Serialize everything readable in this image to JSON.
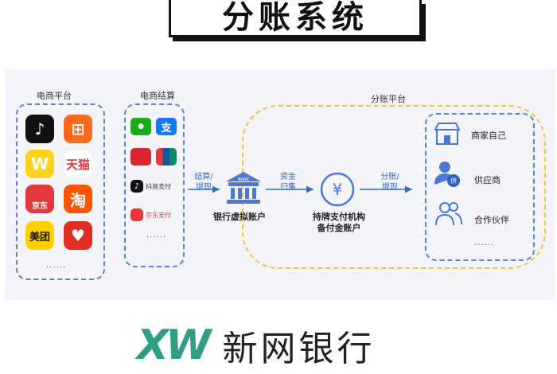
{
  "title": "分账系统",
  "groups": {
    "ecommerce": "电商平台",
    "settlement": "电商结算",
    "split_platform": "分账平台"
  },
  "ecommerce_apps": [
    {
      "name": "tiktok-icon",
      "glyph": "♪",
      "color": "#111111",
      "text": ""
    },
    {
      "name": "kuaishou-icon",
      "glyph": "⊞",
      "color": "#ff6a1a",
      "text": ""
    },
    {
      "name": "meituan-waimai-icon",
      "glyph": "W",
      "color": "#ffd21e",
      "text": ""
    },
    {
      "name": "tmall-icon",
      "glyph": "",
      "color": "#ffffff",
      "text": "天猫"
    },
    {
      "name": "jd-icon",
      "glyph": "",
      "color": "#e4393c",
      "text": "京东"
    },
    {
      "name": "taobao-icon",
      "glyph": "",
      "color": "#ff5500",
      "text": "淘"
    },
    {
      "name": "meituan-icon",
      "glyph": "",
      "color": "#ffd100",
      "text": "美团"
    },
    {
      "name": "pinduoduo-icon",
      "glyph": "♥",
      "color": "#e02e24",
      "text": ""
    }
  ],
  "ecommerce_more": "......",
  "payments": [
    {
      "name": "wechat-pay-icon",
      "color": "#1aad19",
      "glyph": "●",
      "label": ""
    },
    {
      "name": "alipay-icon",
      "color": "#1677ff",
      "glyph": "支",
      "label": ""
    },
    {
      "name": "bank-icon",
      "color": "#d9252d",
      "glyph": "",
      "label": ""
    },
    {
      "name": "unionpay-icon",
      "color": "#0e5a9c",
      "glyph": "",
      "label": ""
    },
    {
      "name": "douyin-pay-icon",
      "color": "#111111",
      "glyph": "♪",
      "label": "抖音支付"
    },
    {
      "name": "jd-pay-icon",
      "color": "#e4393c",
      "glyph": "",
      "label": "京东支付"
    }
  ],
  "payments_more": "......",
  "arrows": {
    "settle": [
      "结算/",
      "提现"
    ],
    "fund": [
      "资金",
      "归集"
    ],
    "split": [
      "分账/",
      "提现"
    ]
  },
  "nodes": {
    "bank": "银行虚拟账户",
    "payment_institution": [
      "持牌支付机构",
      "备付金账户"
    ],
    "bank_sign": "BANK"
  },
  "parties": [
    {
      "name": "merchant",
      "label": "商家自己"
    },
    {
      "name": "supplier",
      "label": "供应商",
      "badge": "供"
    },
    {
      "name": "partner",
      "label": "合作伙伴"
    }
  ],
  "parties_more": "......",
  "brand": {
    "mark": "XW",
    "name": "新网银行"
  },
  "colors": {
    "blue": "#3a66c8",
    "yellow": "#f0c23a",
    "brand_green": "#2e9e88"
  }
}
